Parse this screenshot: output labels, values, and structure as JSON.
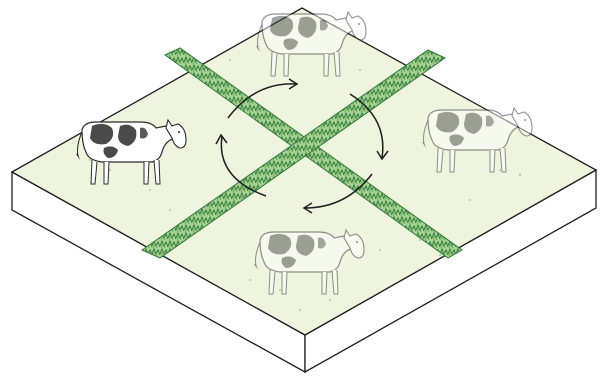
{
  "colors": {
    "field": "#eef4de",
    "field_edge": "#1f1f1f",
    "hedge_light": "#8fc07a",
    "hedge_dark": "#2f7a3a",
    "cow_spot": "#4a4a4a",
    "cow_body": "#ffffff",
    "arrow": "#1f1f1f"
  },
  "icons": [
    "cow-icon",
    "hedge-icon",
    "rotation-arrow-icon"
  ],
  "paddocks": [
    {
      "name": "north",
      "cow_faded": true
    },
    {
      "name": "west",
      "cow_faded": false
    },
    {
      "name": "east",
      "cow_faded": true
    },
    {
      "name": "south",
      "cow_faded": true
    }
  ],
  "rotation": {
    "direction": "clockwise",
    "arrow_count": 4
  }
}
